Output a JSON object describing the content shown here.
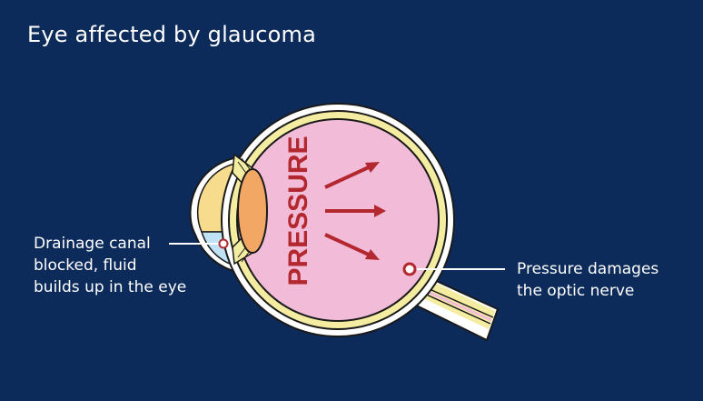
{
  "title": "Eye affected by glaucoma",
  "center_word": "PRESSURE",
  "label_drainage": {
    "lines": [
      "Drainage canal",
      "blocked, fluid",
      "builds up in the eye"
    ]
  },
  "label_optic": {
    "lines": [
      "Pressure damages",
      "the optic nerve"
    ]
  },
  "colors": {
    "background": "#0c2b5a",
    "sclera": "#f4eca0",
    "outer_outline": "#ffffff",
    "vitreous": "#f2bcd9",
    "lens": "#f2a765",
    "cornea_fluid": "#f7dc8e",
    "blocked_fluid": "#bfe3f5",
    "pressure": "#b3272f"
  }
}
